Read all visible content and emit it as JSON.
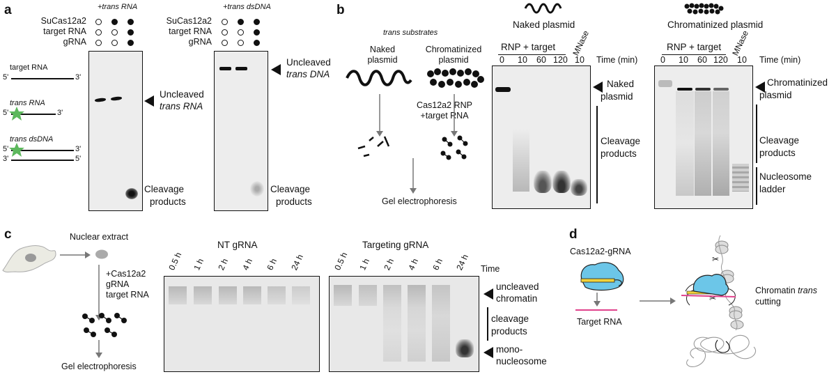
{
  "panel_a": {
    "label": "a",
    "gel1_title": "+trans RNA",
    "gel2_title": "+trans dsDNA",
    "row_labels": [
      "SuCas12a2",
      "target RNA",
      "gRNA"
    ],
    "gel1_dots": [
      [
        false,
        true,
        true
      ],
      [
        false,
        false,
        true
      ],
      [
        false,
        false,
        true
      ]
    ],
    "gel2_dots": [
      [
        false,
        true,
        true
      ],
      [
        false,
        false,
        true
      ],
      [
        false,
        false,
        true
      ]
    ],
    "schematic": {
      "target_rna": "target RNA",
      "trans_rna": "trans RNA",
      "trans_dsdna": "trans dsDNA",
      "five_prime": "5'",
      "three_prime": "3'"
    },
    "gel1_upper": "Uncleaved",
    "gel1_upper2": "trans RNA",
    "gel2_upper": "Uncleaved",
    "gel2_upper2": "trans DNA",
    "cleavage_l1": "Cleavage",
    "cleavage_l2": "products"
  },
  "panel_b": {
    "label": "b",
    "substrates_title": "trans substrates",
    "naked_l1": "Naked",
    "naked_l2": "plasmid",
    "chrom_l1": "Chromatinized",
    "chrom_l2": "plasmid",
    "cas_l1": "Cas12a2 RNP",
    "cas_l2": "+target RNA",
    "gel_electro": "Gel electrophoresis",
    "gel1_title": "Naked plasmid",
    "gel2_title": "Chromatinized plasmid",
    "rnp_target": "RNP + target",
    "mnase": "MNase",
    "time_label": "Time (min)",
    "times": [
      "0",
      "10",
      "60",
      "120",
      "10"
    ],
    "gel1_right_l1": "Naked",
    "gel1_right_l2": "plasmid",
    "gel2_right_l1": "Chromatinized",
    "gel2_right_l2": "plasmid",
    "cleavage_l1": "Cleavage",
    "cleavage_l2": "products",
    "nucleosome_l1": "Nucleosome",
    "nucleosome_l2": "ladder"
  },
  "panel_c": {
    "label": "c",
    "nuclear_extract": "Nuclear extract",
    "steps": [
      "+Cas12a2",
      "gRNA",
      "target RNA"
    ],
    "gel_electro": "Gel electrophoresis",
    "gel1_title": "NT gRNA",
    "gel2_title": "Targeting gRNA",
    "times": [
      "0.5 h",
      "1 h",
      "2 h",
      "4 h",
      "6 h",
      "24 h"
    ],
    "time_label": "Time",
    "uncleaved_l1": "uncleaved",
    "uncleaved_l2": "chromatin",
    "cleavage_l1": "cleavage",
    "cleavage_l2": "products",
    "mono_l1": "mono-",
    "mono_l2": "nucleosome"
  },
  "panel_d": {
    "label": "d",
    "cas_grna": "Cas12a2-gRNA",
    "target_rna": "Target RNA",
    "chromatin_l1": "Chromatin",
    "chromatin_trans": "trans",
    "chromatin_l2": "cutting"
  },
  "colors": {
    "green_star": "#5cb85c",
    "cas_blue": "#6cc6e8",
    "grna_yellow": "#f2d23a",
    "target_pink": "#e0428c"
  }
}
